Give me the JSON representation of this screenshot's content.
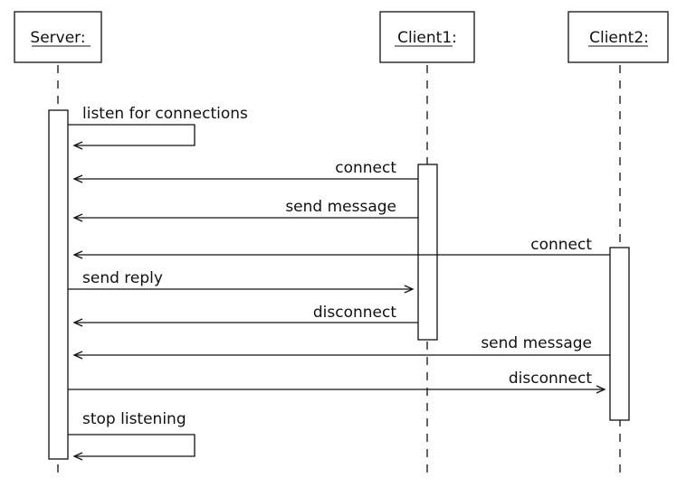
{
  "participants": [
    {
      "name": "Server",
      "suffix": ":"
    },
    {
      "name": "Client1",
      "suffix": ":"
    },
    {
      "name": "Client2",
      "suffix": ":"
    }
  ],
  "messages": [
    {
      "label": "listen for connections",
      "from": "Server",
      "to": "Server"
    },
    {
      "label": "connect",
      "from": "Client1",
      "to": "Server"
    },
    {
      "label": "send message",
      "from": "Client1",
      "to": "Server"
    },
    {
      "label": "connect",
      "from": "Client2",
      "to": "Server"
    },
    {
      "label": "send reply",
      "from": "Server",
      "to": "Client1"
    },
    {
      "label": "disconnect",
      "from": "Client1",
      "to": "Server"
    },
    {
      "label": "send message",
      "from": "Client2",
      "to": "Server"
    },
    {
      "label": "disconnect",
      "from": "Server",
      "to": "Client2"
    },
    {
      "label": "stop listening",
      "from": "Server",
      "to": "Server"
    }
  ]
}
